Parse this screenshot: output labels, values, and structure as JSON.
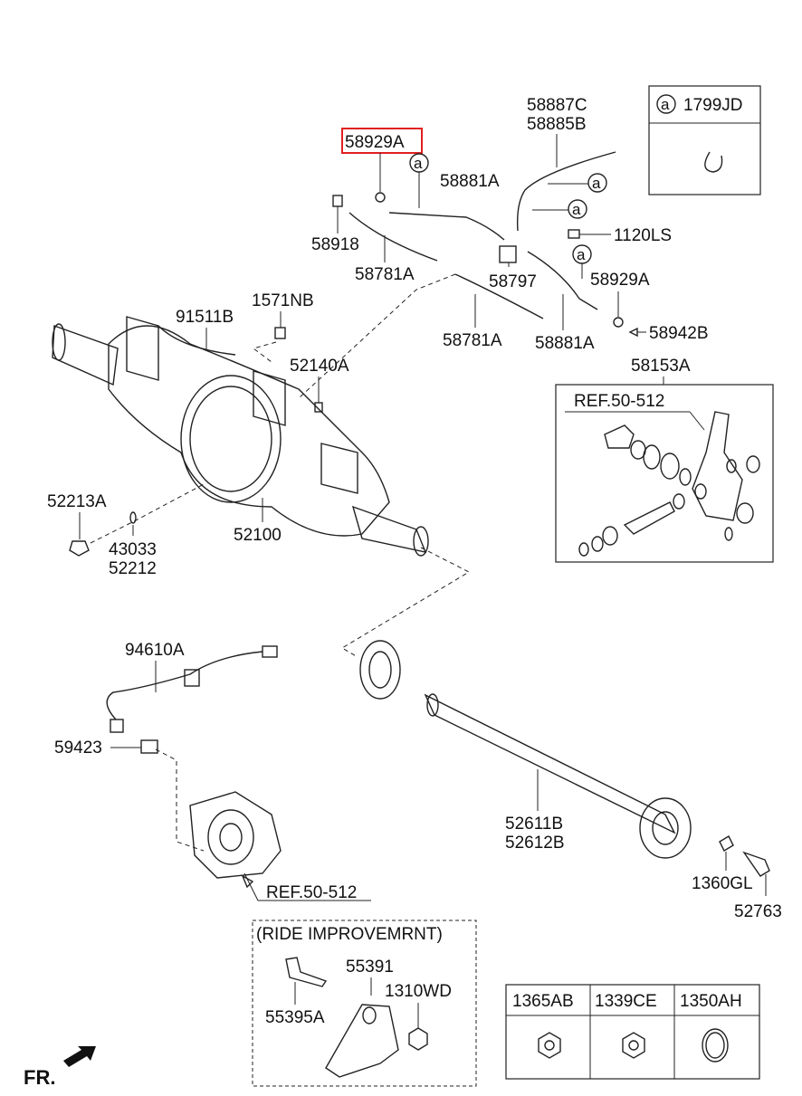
{
  "labels": {
    "p58887C": "58887C",
    "p58885B": "58885B",
    "p58929A_top": "58929A",
    "p58881A_top": "58881A",
    "p58918": "58918",
    "p58781A_top": "58781A",
    "p58797": "58797",
    "p1120LS": "1120LS",
    "p58929A_right": "58929A",
    "p58942B": "58942B",
    "p58781A_mid": "58781A",
    "p58881A_mid": "58881A",
    "p91511B": "91511B",
    "p1571NB": "1571NB",
    "p52140A": "52140A",
    "p58153A": "58153A",
    "ref_top": "REF.50-512",
    "p52213A": "52213A",
    "p43033": "43033",
    "p52212": "52212",
    "p52100": "52100",
    "p94610A": "94610A",
    "p59423": "59423",
    "p52611B": "52611B",
    "p52612B": "52612B",
    "p1360GL": "1360GL",
    "p52763": "52763",
    "ref_bottom": "REF.50-512",
    "ride_title": "(RIDE IMPROVEMRNT)",
    "p55391": "55391",
    "p1310WD": "1310WD",
    "p55395A": "55395A",
    "fr": "FR."
  },
  "callout": {
    "letter": "a",
    "part_no": "1799JD"
  },
  "fastener_table": {
    "headers": [
      "1365AB",
      "1339CE",
      "1350AH"
    ]
  },
  "highlight": {
    "part_no": "58929A",
    "color": "#e02020"
  }
}
